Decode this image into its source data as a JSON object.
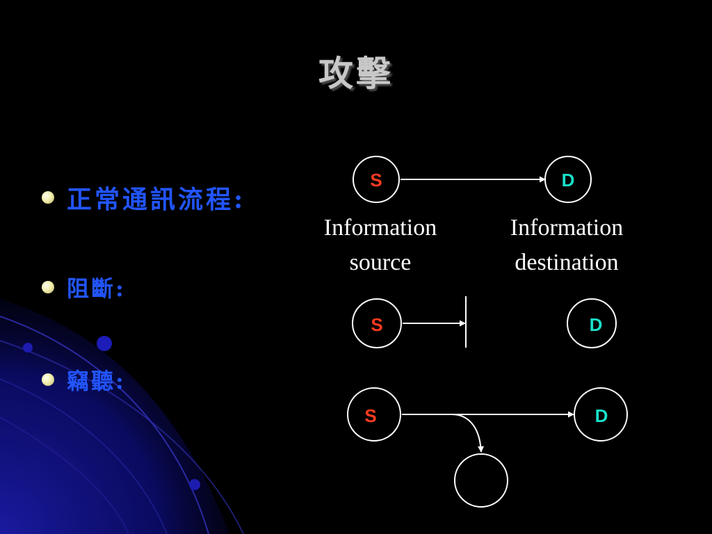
{
  "title": "攻擊",
  "bullets": [
    {
      "label": "正常通訊流程:"
    },
    {
      "label": "阻斷:"
    },
    {
      "label": "竊聽:"
    }
  ],
  "diagram": {
    "source_letter": "S",
    "dest_letter": "D",
    "source_caption_line1": "Information",
    "source_caption_line2": "source",
    "dest_caption_line1": "Information",
    "dest_caption_line2": "destination"
  },
  "colors": {
    "background": "#000000",
    "title": "#c8c8c8",
    "bullet_text": "#2255ff",
    "source_letter": "#ff3b1f",
    "dest_letter": "#19e0c8",
    "line": "#ffffff"
  }
}
